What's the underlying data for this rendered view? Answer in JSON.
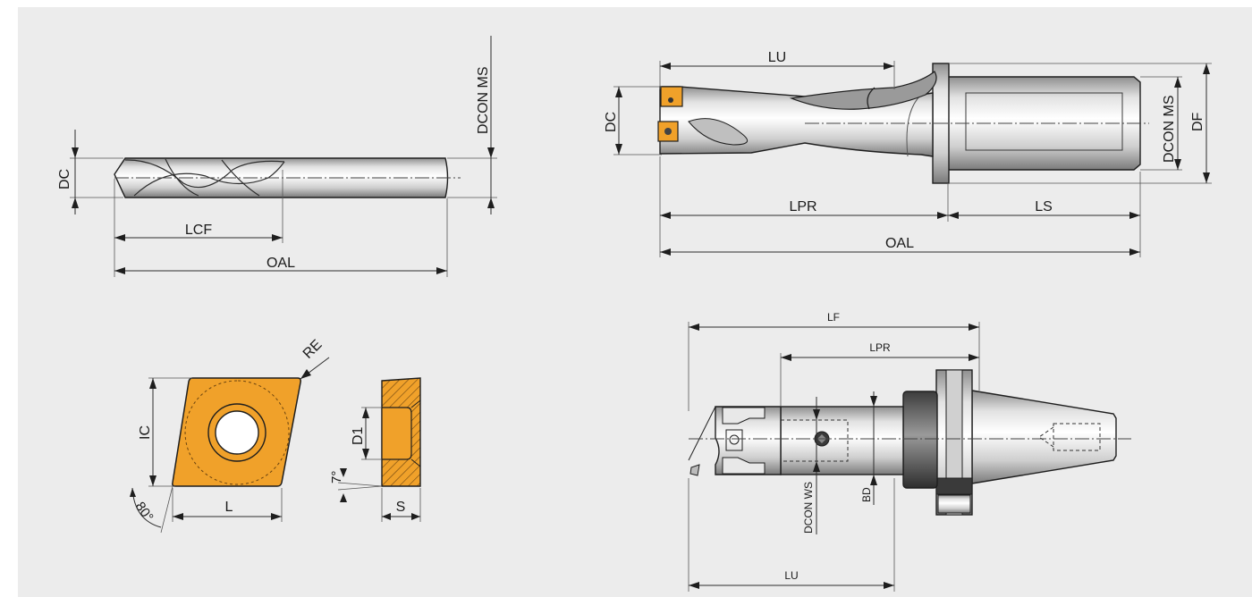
{
  "colors": {
    "background": "#ececec",
    "insert_orange": "#f0a12a",
    "steel_light": "#f2f2f2",
    "steel_dark": "#8c8c8c",
    "line": "#1e1e1e"
  },
  "twist_drill": {
    "labels": {
      "dc": "DC",
      "dcon_ms": "DCON MS",
      "lcf": "LCF",
      "oal": "OAL"
    }
  },
  "indexable_drill": {
    "labels": {
      "lu": "LU",
      "dc": "DC",
      "dcon_ms": "DCON MS",
      "df": "DF",
      "lpr": "LPR",
      "ls": "LS",
      "oal": "OAL"
    }
  },
  "insert": {
    "labels": {
      "re": "RE",
      "ic": "IC",
      "l": "L",
      "angle": "80°",
      "d1": "D1",
      "clearance": "7°",
      "s": "S"
    }
  },
  "boring_tool": {
    "labels": {
      "lf": "LF",
      "lpr": "LPR",
      "lu": "LU",
      "dcon_ws": "DCON WS",
      "bd": "BD"
    }
  }
}
